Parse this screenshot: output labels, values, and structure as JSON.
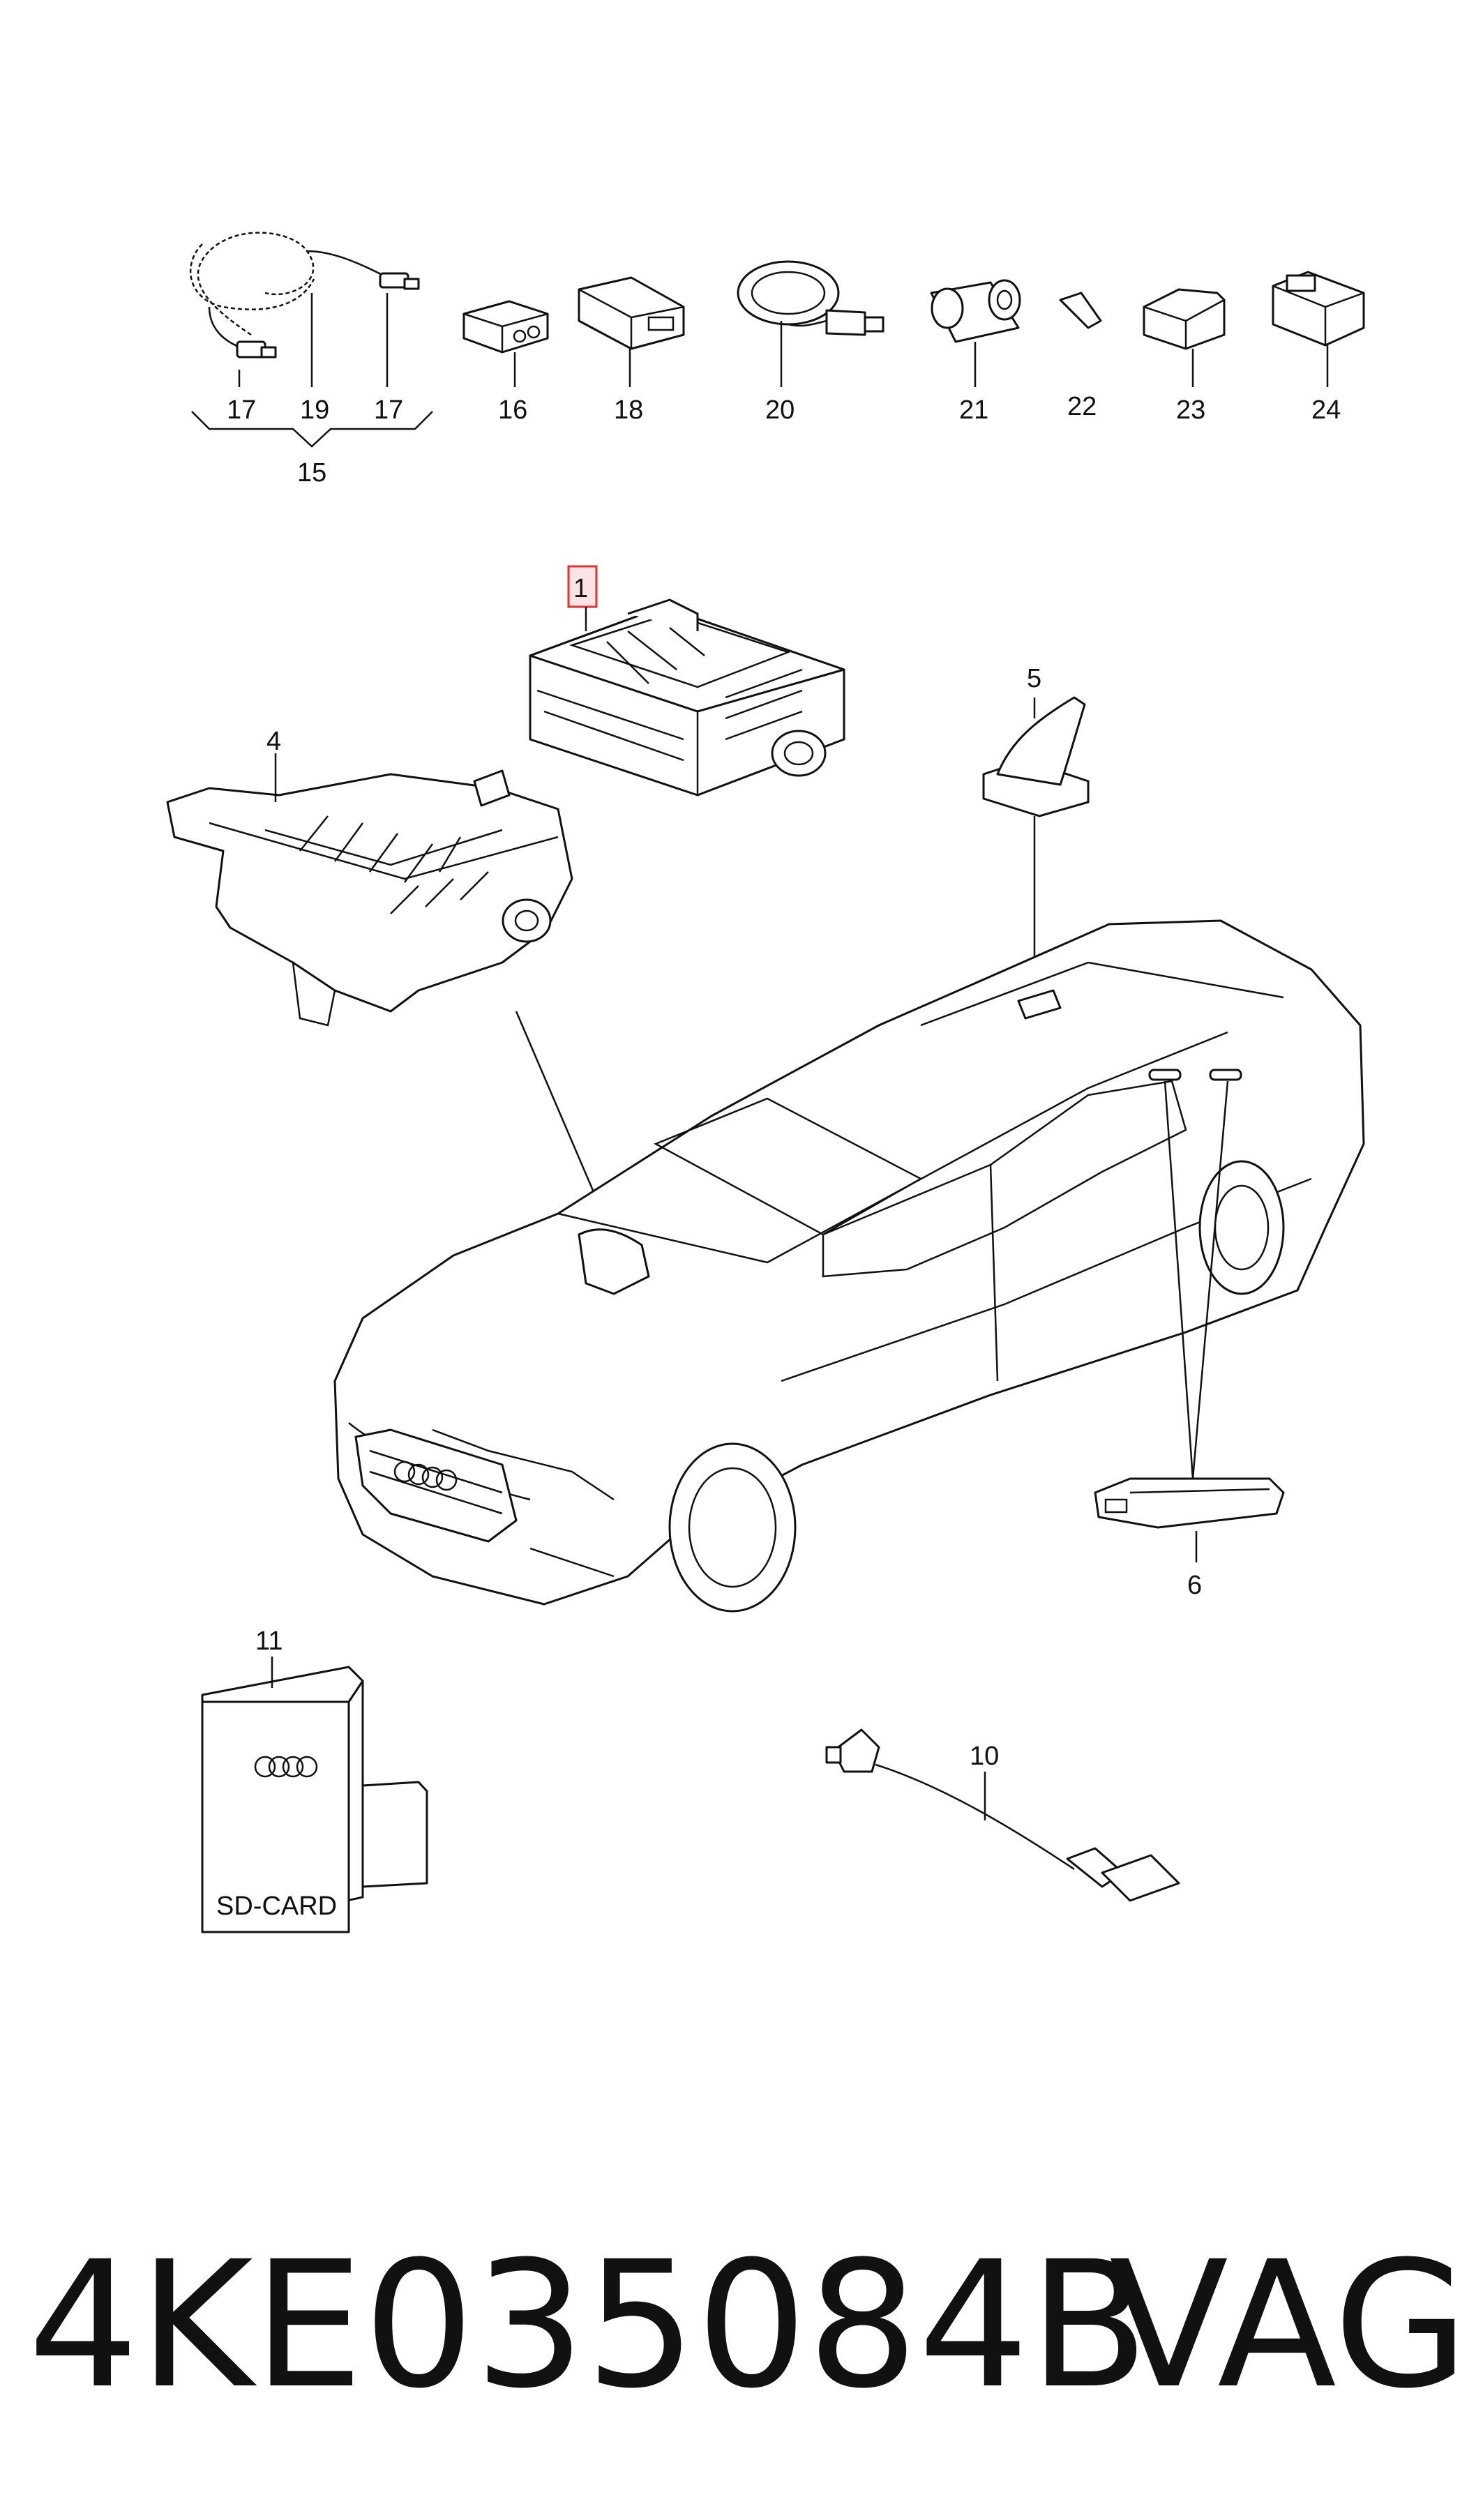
{
  "callouts": {
    "c1": "1",
    "c4": "4",
    "c5": "5",
    "c6": "6",
    "c10": "10",
    "c11": "11",
    "c15": "15",
    "c16": "16",
    "c17a": "17",
    "c17b": "17",
    "c18": "18",
    "c19": "19",
    "c20": "20",
    "c21": "21",
    "c22": "22",
    "c23": "23",
    "c24": "24"
  },
  "sd_card": {
    "label": "SD-CARD"
  },
  "footer": {
    "part_number": "4KE035084B",
    "brand": "VAG"
  },
  "colors": {
    "highlight_border": "#d33333",
    "highlight_fill": "#fbe3e6",
    "ink": "#111111"
  },
  "icons": {
    "logo": "audi-rings-icon",
    "antenna": "shark-fin-antenna-icon",
    "module": "radio-receiver-module-icon"
  }
}
